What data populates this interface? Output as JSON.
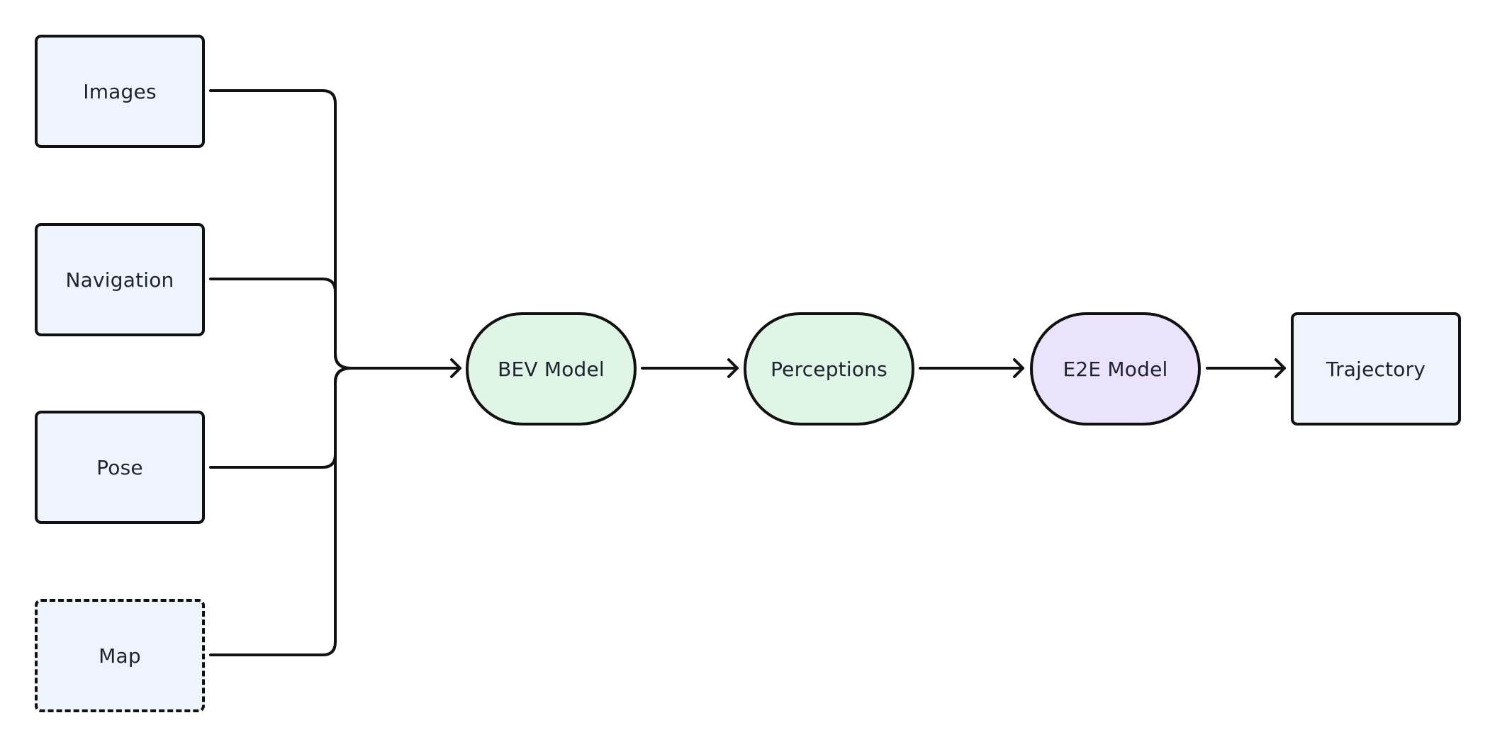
{
  "inputs": [
    {
      "label": "Images",
      "optional": false
    },
    {
      "label": "Navigation",
      "optional": false
    },
    {
      "label": "Pose",
      "optional": false
    },
    {
      "label": "Map",
      "optional": true
    }
  ],
  "pipeline": [
    {
      "label": "BEV Model",
      "shape": "pill",
      "fill": "#dff5e5"
    },
    {
      "label": "Perceptions",
      "shape": "pill",
      "fill": "#dff5e5"
    },
    {
      "label": "E2E Model",
      "shape": "pill",
      "fill": "#ebe3fb"
    },
    {
      "label": "Trajectory",
      "shape": "rect",
      "fill": "#eef3fc"
    }
  ],
  "colors": {
    "input_fill": "#eef3fc",
    "stroke": "#111111",
    "text": "#1e2330"
  }
}
